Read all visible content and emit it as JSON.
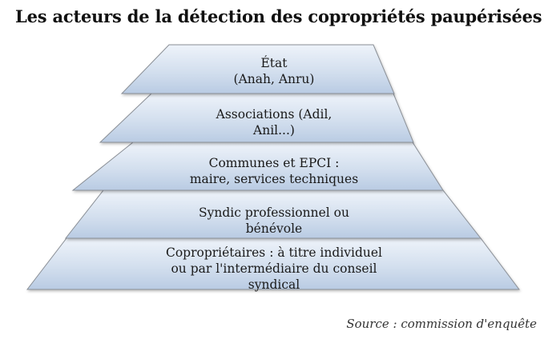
{
  "title": "Les acteurs de la détection des copropriétés paupérisées",
  "levels": [
    {
      "label": "État\n(Anah, Anru)"
    },
    {
      "label": "Associations (Adil,\nAnil...)"
    },
    {
      "label": "Communes et EPCI :\nmaire, services techniques"
    },
    {
      "label": "Syndic professionnel ou\nbénévole"
    },
    {
      "label": "Copropriétaires : à titre individuel\nou par l'intermédiaire du conseil\nsyndical"
    }
  ],
  "source": "Source : commission d'enquête",
  "colors": {
    "fill_top": "#eef3fa",
    "fill_bottom": "#b9cbe3",
    "outline": "#8a8f96"
  }
}
